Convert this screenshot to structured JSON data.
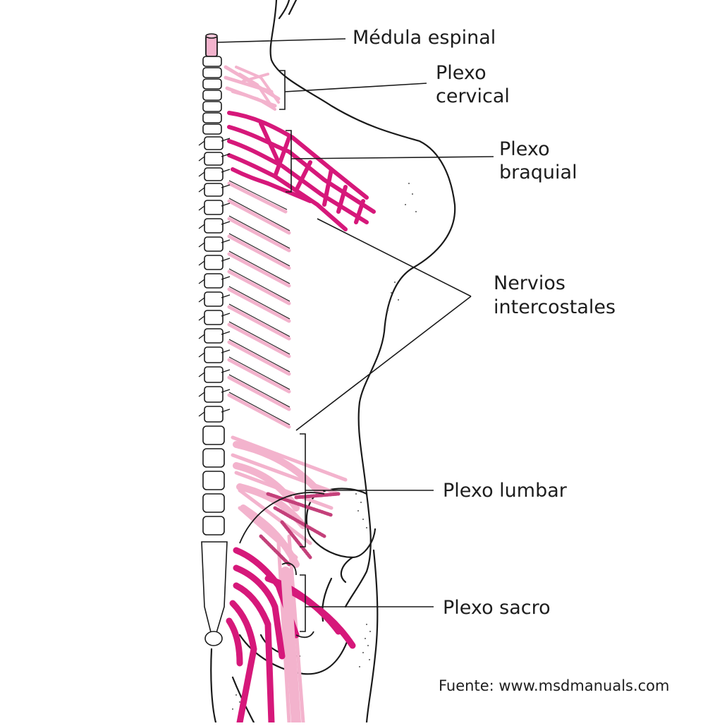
{
  "labels": {
    "spinal_cord": "Médula espinal",
    "cervical_plexus": [
      "Plexo",
      "cervical"
    ],
    "brachial_plexus": [
      "Plexo",
      "braquial"
    ],
    "intercostal_nerves": [
      "Nervios",
      "intercostales"
    ],
    "lumbar_plexus": "Plexo lumbar",
    "sacral_plexus": "Plexo sacro"
  },
  "source": "Fuente: www.msdmanuals.com",
  "colors": {
    "nerve_main": "#d6187a",
    "nerve_light": "#f3b3cd",
    "nerve_outline": "#b01464",
    "outline": "#1a1a1a",
    "background": "#ffffff"
  }
}
